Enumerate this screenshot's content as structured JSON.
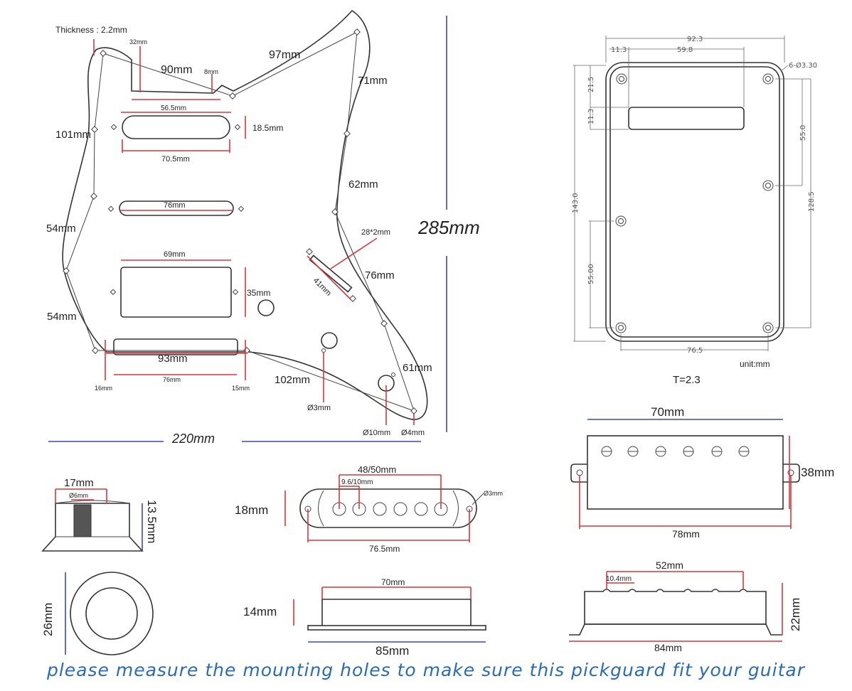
{
  "colors": {
    "dimension_red": "#d9363e",
    "dimension_blue": "#3a4aa8",
    "caption_blue": "#2a6bb5",
    "outline": "#333333"
  },
  "pickguard": {
    "thickness": "Thickness : 2.2mm",
    "d32": "32mm",
    "d90": "90mm",
    "d8": "8mm",
    "d97": "97mm",
    "d71": "71mm",
    "d56_5": "56.5mm",
    "d18_5": "18.5mm",
    "d101": "101mm",
    "d70_5": "70.5mm",
    "d76a": "76mm",
    "d62": "62mm",
    "d54a": "54mm",
    "d28x2": "28*2mm",
    "d69": "69mm",
    "d76b": "76mm",
    "d41": "41mm",
    "d35": "35mm",
    "d54b": "54mm",
    "d93": "93mm",
    "d61": "61mm",
    "d16": "16mm",
    "d76c": "76mm",
    "d15": "15mm",
    "d102": "102mm",
    "dia3": "Ø3mm",
    "dia10": "Ø10mm",
    "dia4": "Ø4mm",
    "height": "285mm",
    "width": "220mm"
  },
  "backplate": {
    "w92_3": "92.3",
    "w11_3": "11.3",
    "w59_8": "59.8",
    "holes": "6-Ø3.30",
    "h21_5": "21.5",
    "h11_3": "11.3",
    "h143": "143.0",
    "h55a": "55.0",
    "h128_5": "128.5",
    "h55b": "55.00",
    "w76_5": "76.5",
    "unit": "unit:mm",
    "thickness": "T=2.3"
  },
  "humbucker": {
    "top_width": "70mm",
    "height": "38mm",
    "mount_width": "78mm",
    "pole_span": "52mm",
    "pole_spacing": "10.4mm",
    "side_height": "22mm",
    "base_width": "84mm"
  },
  "knob": {
    "top_dia": "17mm",
    "shaft": "Ø6mm",
    "height": "13.5mm",
    "base_dia": "26mm"
  },
  "single_coil": {
    "pole_span": "48/50mm",
    "pole_spacing": "9.6/10mm",
    "hole": "Ø3mm",
    "width": "18mm",
    "mount_width": "76.5mm",
    "top_len": "70mm",
    "side_height": "14mm",
    "base_len": "85mm"
  },
  "caption": "please measure the mounting holes to make sure this pickguard fit your guitar"
}
